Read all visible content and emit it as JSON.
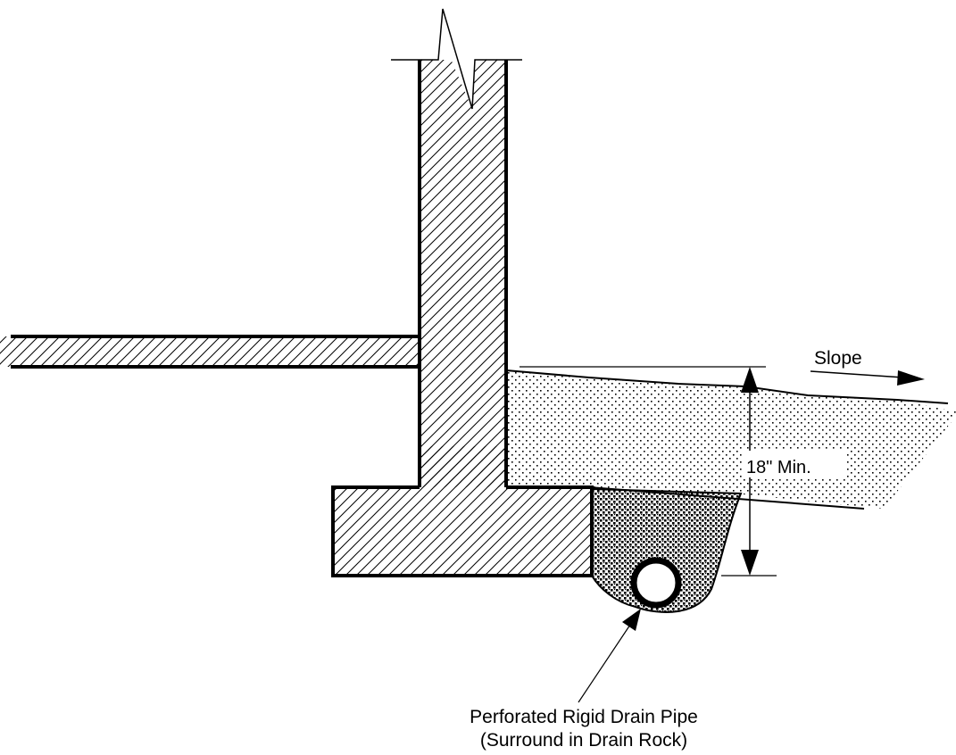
{
  "labels": {
    "slope": "Slope",
    "min_depth": "18\" Min.",
    "pipe_line1": "Perforated Rigid Drain Pipe",
    "pipe_line2": "(Surround in Drain Rock)"
  },
  "colors": {
    "ink": "#000000",
    "paper": "#ffffff"
  }
}
